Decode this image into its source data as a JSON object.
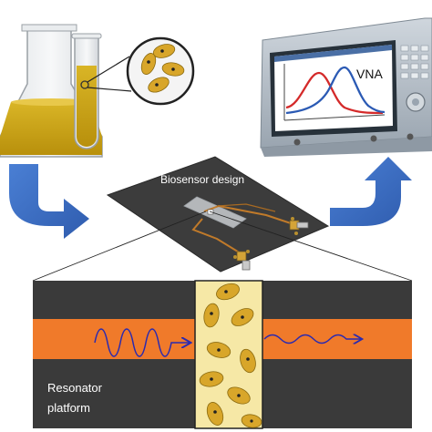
{
  "labels": {
    "biosensor": "Biosensor design",
    "instrument": "VNA",
    "platform_line1": "Resonator",
    "platform_line2": "platform"
  },
  "colors": {
    "liquid": "#c9a414",
    "bacteria": "#d8a62a",
    "board": "#3c3c3c",
    "substrate": "#3a3a3a",
    "stripe": "#f07a2a",
    "channel": "#f6e8a6",
    "arrow": "#3e6fc4",
    "wave": "#2a2ab0",
    "curve_red": "#d42a2a",
    "curve_blue": "#2b5ab4",
    "instrument_body": "#b8c2cc"
  },
  "icons": [
    "erlenmeyer-flask-icon",
    "test-tube-icon",
    "magnifier-icon",
    "vna-instrument-icon",
    "sma-connector-icon"
  ]
}
